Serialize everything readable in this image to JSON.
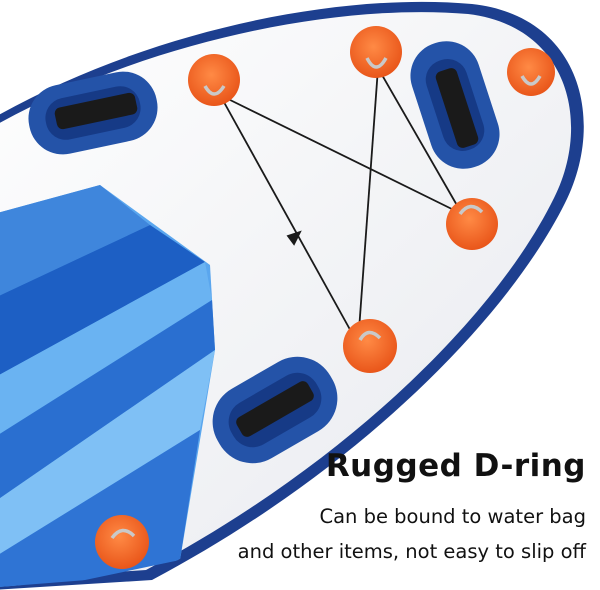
{
  "caption": {
    "headline": "Rugged D-ring",
    "line1": "Can be bound to water bag",
    "line2": "and other items, not easy to slip off"
  },
  "colors": {
    "board": "#f3f4f6",
    "rail": "#1d3f8f",
    "deck_blue_dark": "#1d5fc4",
    "deck_blue_light": "#5aa6ee",
    "ring_pad": "#f06a22",
    "handle_pad": "#2453a8",
    "handle_strap": "#1a1a1a"
  }
}
